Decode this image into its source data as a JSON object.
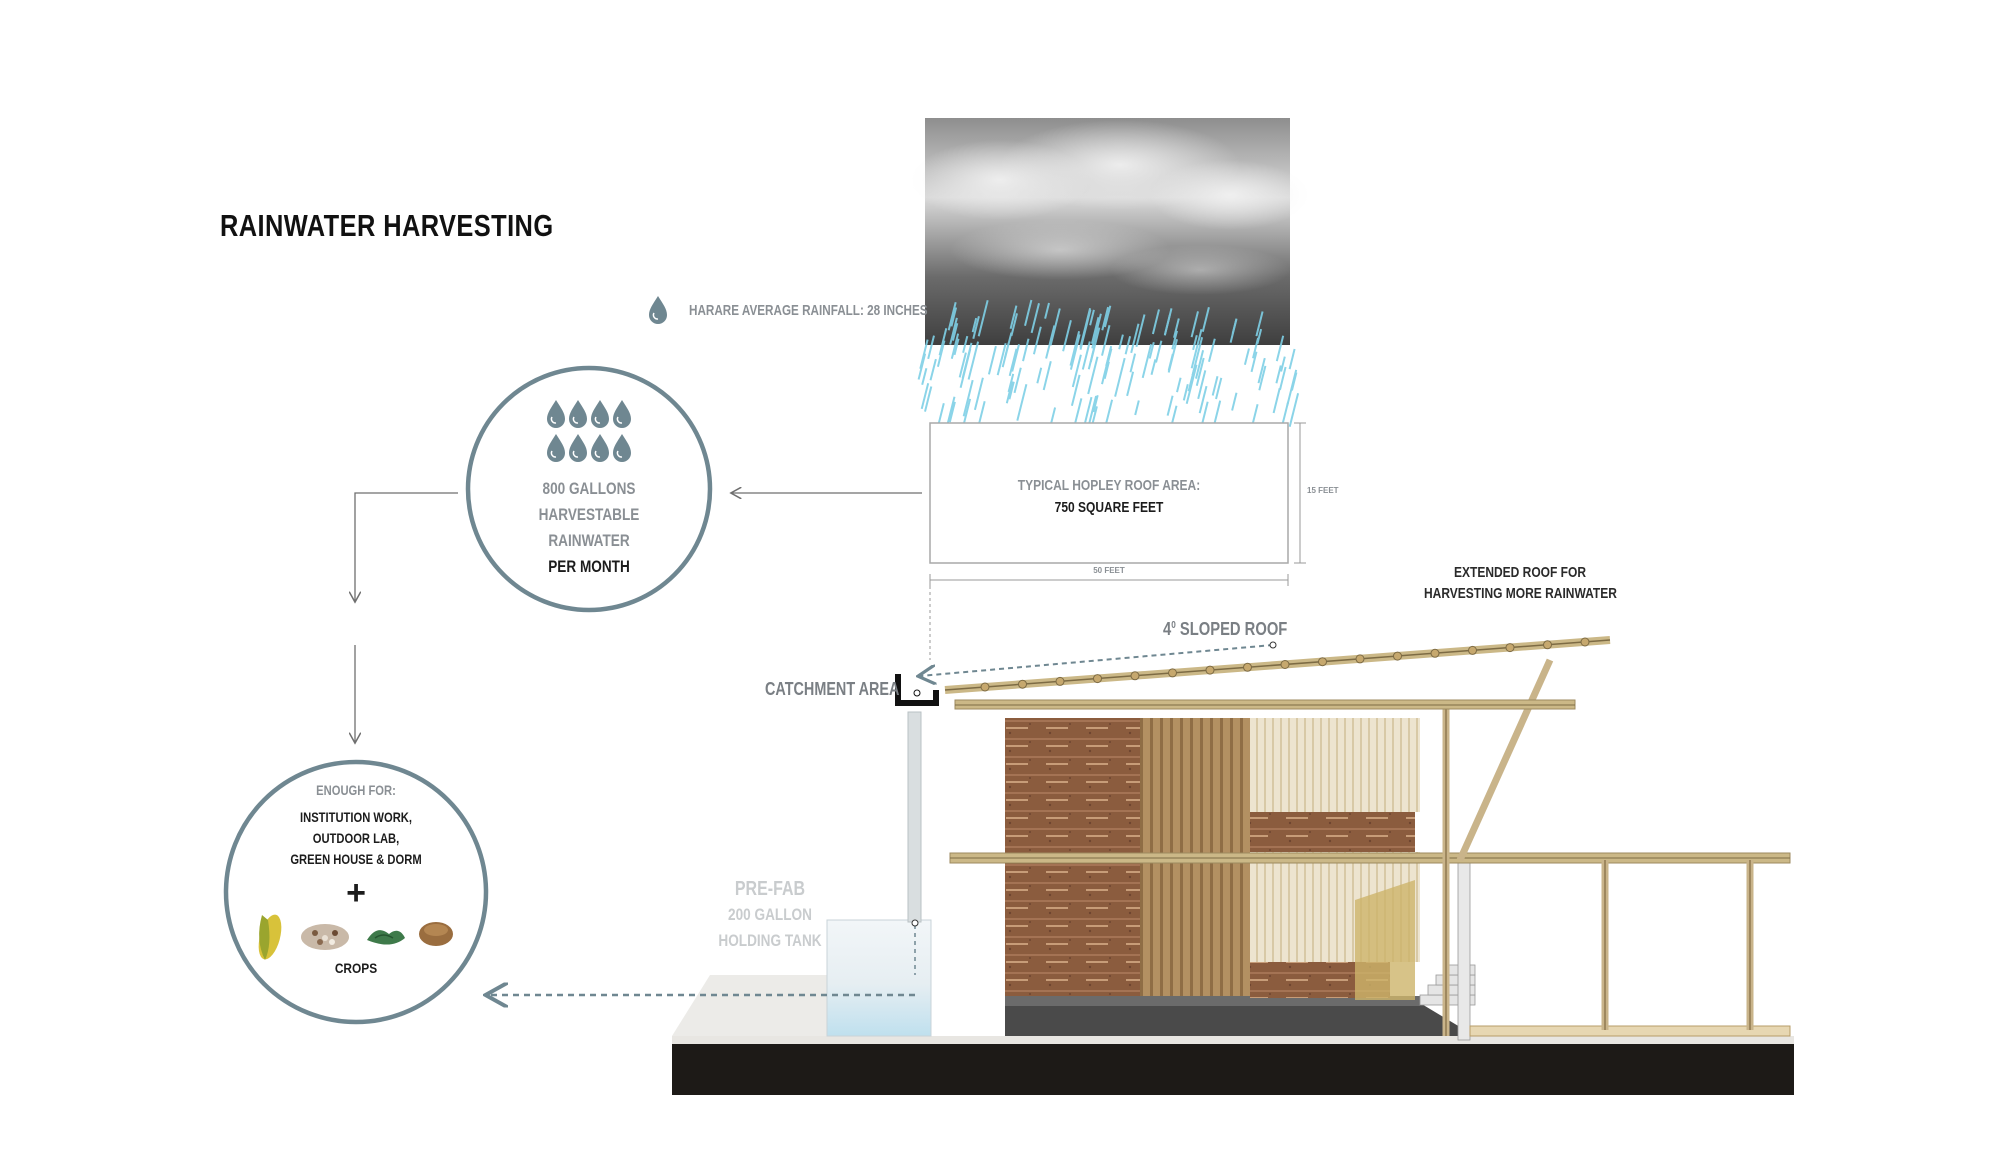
{
  "title": "RAINWATER HARVESTING",
  "rainfall": {
    "label": "HARARE AVERAGE RAINFALL: 28 INCHES"
  },
  "harvest_circle": {
    "line1": "800 GALLONS",
    "line2": "HARVESTABLE",
    "line3": "RAINWATER",
    "line4": "PER MONTH"
  },
  "roof_area": {
    "label": "TYPICAL HOPLEY ROOF AREA:",
    "value": "750 SQUARE FEET",
    "width_dim": "50 FEET",
    "height_dim": "15 FEET"
  },
  "extended_roof": {
    "line1": "EXTENDED ROOF FOR",
    "line2": "HARVESTING MORE RAINWATER"
  },
  "sloped_roof": {
    "degree": "4",
    "sup": "0",
    "text": "SLOPED ROOF"
  },
  "catchment": "CATCHMENT AREA",
  "tank": {
    "line1": "PRE-FAB",
    "line2": "200 GALLON",
    "line3": "HOLDING TANK"
  },
  "uses_circle": {
    "header": "ENOUGH FOR:",
    "line1": "INSTITUTION WORK,",
    "line2": "OUTDOOR LAB,",
    "line3": "GREEN HOUSE & DORM",
    "plus": "+",
    "crops": "CROPS"
  },
  "colors": {
    "circle_stroke": "#6f8791",
    "drop": "#6f8791",
    "rain": "#7fd0e6",
    "arrow": "#6f8791",
    "brick": "#8a5a3c",
    "bamboo": "#c9b48a"
  }
}
